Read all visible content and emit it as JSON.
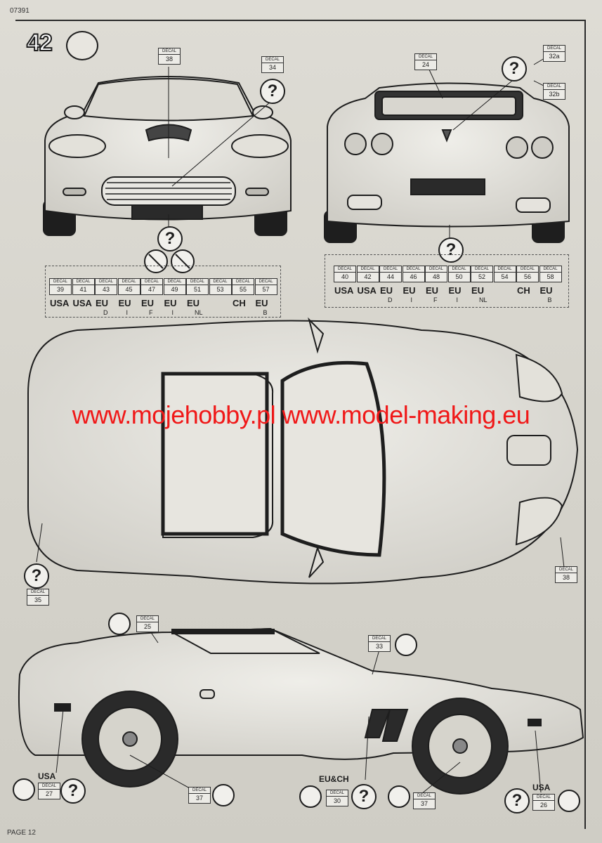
{
  "header": {
    "code": "07391",
    "step": "42"
  },
  "footer": {
    "page": "PAGE 12"
  },
  "watermark": "www.mojehobby.pl www.model-making.eu",
  "decal_word": "DECAL",
  "front_decals": {
    "hood": "38",
    "grille": "34"
  },
  "rear_decals": {
    "bar": "24",
    "a": "32a",
    "b": "32b"
  },
  "front_plates": [
    {
      "decal": "39",
      "region": "USA",
      "sub": ""
    },
    {
      "decal": "41",
      "region": "USA",
      "sub": ""
    },
    {
      "decal": "43",
      "region": "EU",
      "sub": "D"
    },
    {
      "decal": "45",
      "region": "EU",
      "sub": "I"
    },
    {
      "decal": "47",
      "region": "EU",
      "sub": "F"
    },
    {
      "decal": "49",
      "region": "EU",
      "sub": "I"
    },
    {
      "decal": "51",
      "region": "EU",
      "sub": "NL"
    },
    {
      "decal": "53",
      "region": "",
      "sub": ""
    },
    {
      "decal": "55",
      "region": "CH",
      "sub": ""
    },
    {
      "decal": "57",
      "region": "EU",
      "sub": "B"
    }
  ],
  "rear_plates": [
    {
      "decal": "40",
      "region": "USA",
      "sub": ""
    },
    {
      "decal": "42",
      "region": "USA",
      "sub": ""
    },
    {
      "decal": "44",
      "region": "EU",
      "sub": "D"
    },
    {
      "decal": "46",
      "region": "EU",
      "sub": "I"
    },
    {
      "decal": "48",
      "region": "EU",
      "sub": "F"
    },
    {
      "decal": "50",
      "region": "EU",
      "sub": "I"
    },
    {
      "decal": "52",
      "region": "EU",
      "sub": "NL"
    },
    {
      "decal": "54",
      "region": "",
      "sub": ""
    },
    {
      "decal": "56",
      "region": "CH",
      "sub": ""
    },
    {
      "decal": "58",
      "region": "EU",
      "sub": "B"
    }
  ],
  "top_decals": {
    "left": "35",
    "right": "38"
  },
  "side_decals": {
    "roof": "25",
    "door": "33",
    "rear_marker": "27",
    "rear_wheel": "37",
    "center": "30",
    "front_wheel": "37",
    "front_marker": "26"
  },
  "side_labels": {
    "usa_rear": "USA",
    "euch": "EU&CH",
    "usa_front": "USA"
  }
}
